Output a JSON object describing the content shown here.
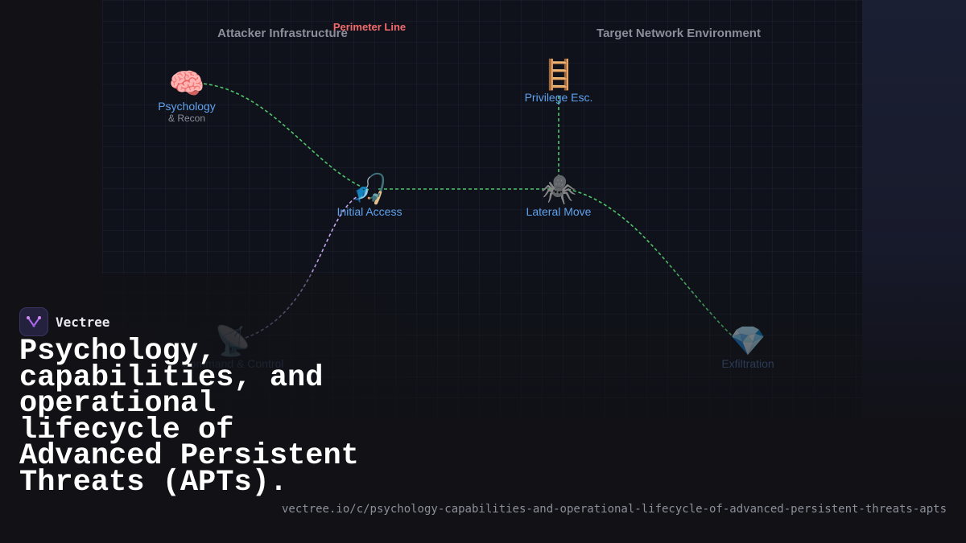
{
  "zones": {
    "attacker": "Attacker Infrastructure",
    "target": "Target Network Environment",
    "perimeter": "Perimeter Line"
  },
  "nodes": [
    {
      "id": "recon",
      "emoji": "🧠",
      "icon": "brain-icon",
      "label": "Psychology",
      "sub": "& Recon"
    },
    {
      "id": "initial",
      "emoji": "🎣",
      "icon": "fishing-pole-icon",
      "label": "Initial Access",
      "sub": ""
    },
    {
      "id": "lateral",
      "emoji": "🕷️",
      "icon": "spider-icon",
      "label": "Lateral Move",
      "sub": ""
    },
    {
      "id": "privesc",
      "emoji": "🪜",
      "icon": "ladder-icon",
      "label": "Privilege Esc.",
      "sub": ""
    },
    {
      "id": "c2",
      "emoji": "📡",
      "icon": "satellite-antenna-icon",
      "label": "Command & Control",
      "sub": ""
    },
    {
      "id": "exfil",
      "emoji": "💎",
      "icon": "gem-icon",
      "label": "Exfiltration",
      "sub": ""
    }
  ],
  "colors": {
    "attack_path": "#4fc26a",
    "c2_path": "#c7a6f0",
    "perimeter": "#f26b6b",
    "node_label": "#5fa2ee"
  },
  "brand": {
    "name": "Vectree",
    "logo_icon": "vectree-logo-icon"
  },
  "title": "Psychology, capabilities, and operational lifecycle of Advanced Persistent Threats (APTs).",
  "url": "vectree.io/c/psychology-capabilities-and-operational-lifecycle-of-advanced-persistent-threats-apts"
}
